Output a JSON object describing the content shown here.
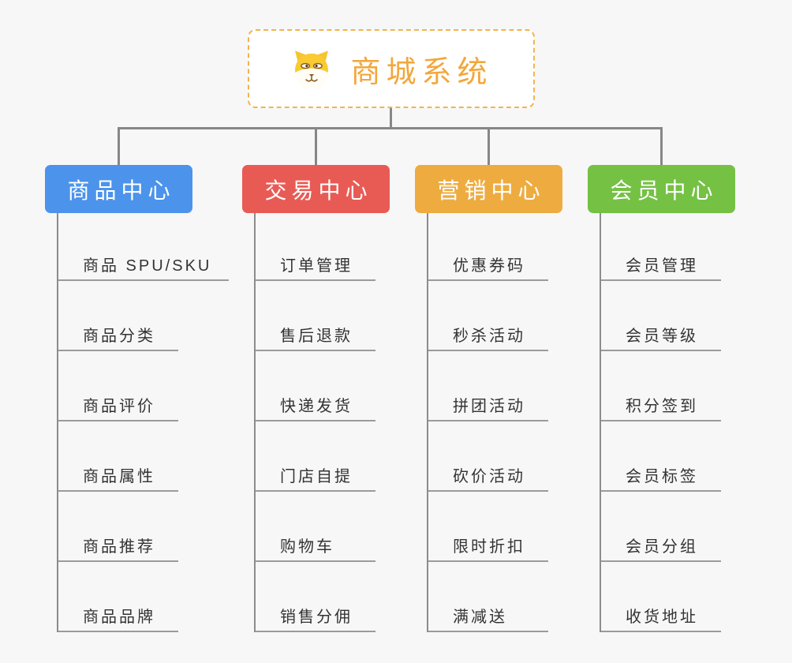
{
  "root": {
    "title": "商城系统",
    "title_color": "#f2a73c",
    "icon": "dog-icon"
  },
  "branches": [
    {
      "label": "商品中心",
      "color": "#4c93eb",
      "items": [
        "商品 SPU/SKU",
        "商品分类",
        "商品评价",
        "商品属性",
        "商品推荐",
        "商品品牌"
      ]
    },
    {
      "label": "交易中心",
      "color": "#e85b55",
      "items": [
        "订单管理",
        "售后退款",
        "快递发货",
        "门店自提",
        "购物车",
        "销售分佣"
      ]
    },
    {
      "label": "营销中心",
      "color": "#eeac40",
      "items": [
        "优惠券码",
        "秒杀活动",
        "拼团活动",
        "砍价活动",
        "限时折扣",
        "满减送"
      ]
    },
    {
      "label": "会员中心",
      "color": "#74c144",
      "items": [
        "会员管理",
        "会员等级",
        "积分签到",
        "会员标签",
        "会员分组",
        "收货地址"
      ]
    }
  ],
  "colors": {
    "background": "#f7f7f7",
    "connector": "#878787",
    "underline": "#9b9b9b",
    "item_text": "#333333",
    "root_border": "#f2b44d"
  }
}
